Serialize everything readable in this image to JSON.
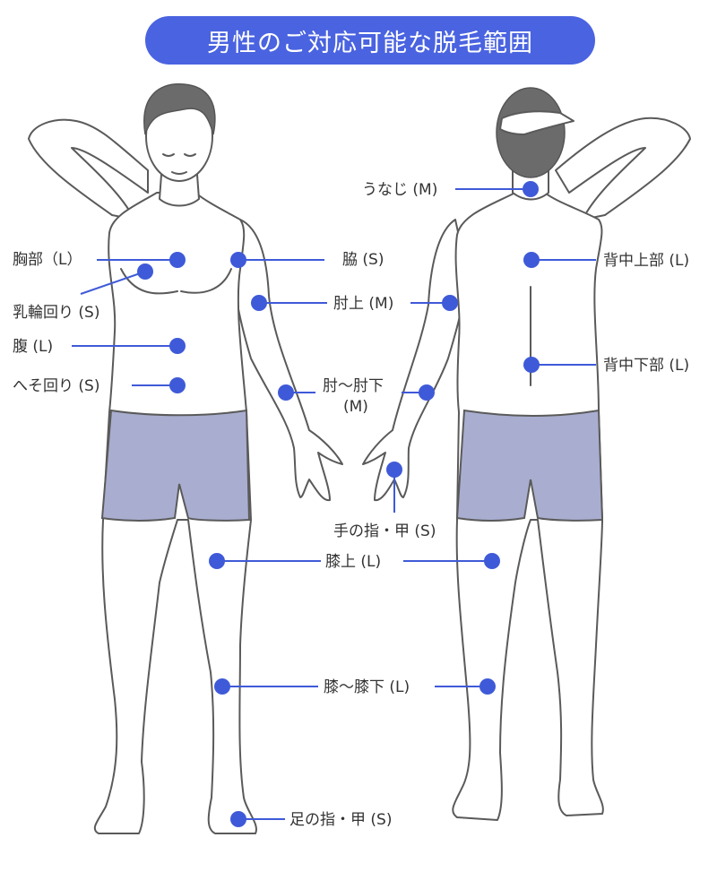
{
  "title": "男性のご対応可能な脱毛範囲",
  "colors": {
    "accent": "#4a63e0",
    "marker": "#3f5ad8",
    "shorts": "#a9aed0"
  },
  "labels": {
    "chest": "胸部（L）",
    "areola": "乳輪回り (S)",
    "abdomen": "腹 (L)",
    "navel": "へそ回り (S)",
    "armpit": "脇 (S)",
    "upper_arm": "肘上 (M)",
    "forearm_1": "肘〜肘下",
    "forearm_2": "(M)",
    "fingers": "手の指・甲 (S)",
    "knee_up": "膝上 (L)",
    "knee_down": "膝〜膝下 (L)",
    "toes": "足の指・甲 (S)",
    "nape": "うなじ (M)",
    "upper_back": "背中上部 (L)",
    "lower_back": "背中下部 (L)"
  }
}
